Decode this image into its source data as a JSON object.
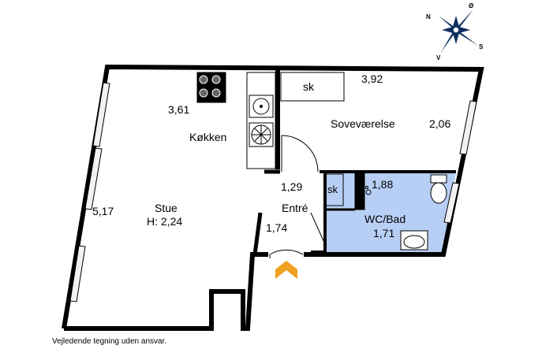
{
  "disclaimer": "Vejledende tegning uden ansvar.",
  "compass": {
    "n": "N",
    "o": "Ø",
    "s": "S",
    "v": "V"
  },
  "rooms": {
    "kitchen": {
      "name": "Køkken",
      "dim": "3,61"
    },
    "living": {
      "name": "Stue",
      "height": "H: 2,24",
      "dim": "5,17"
    },
    "bedroom": {
      "name": "Soveværelse",
      "dim_width": "3,92",
      "dim_depth": "2,06",
      "closet": "sk"
    },
    "entry": {
      "name": "Entré",
      "dim_a": "1,29",
      "dim_b": "1,74",
      "closet": "sk"
    },
    "bathroom": {
      "name": "WC/Bad",
      "dim_a": "1,88",
      "dim_b": "1,71"
    }
  },
  "colors": {
    "bathroom": "#b8cff5",
    "entry_arrow": "#f0a020",
    "wall": "#000000",
    "window": "#e8e8e8"
  }
}
